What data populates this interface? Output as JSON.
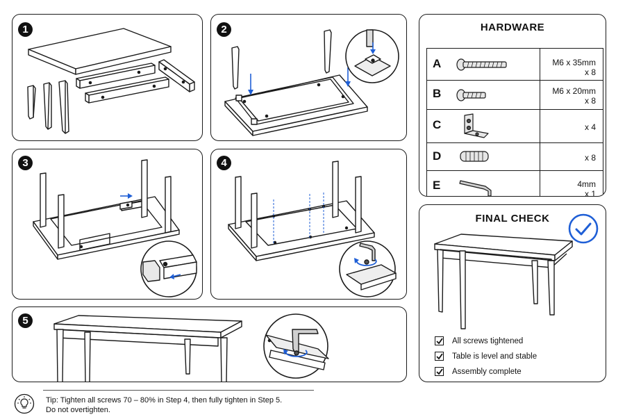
{
  "steps": [
    {
      "number": "1"
    },
    {
      "number": "2"
    },
    {
      "number": "3"
    },
    {
      "number": "4"
    },
    {
      "number": "5"
    }
  ],
  "hardware": {
    "title": "HARDWARE",
    "items": [
      {
        "letter": "A",
        "spec": "M6 x 35mm",
        "qty": "x 8",
        "icon": "long-bolt-icon"
      },
      {
        "letter": "B",
        "spec": "M6 x 20mm",
        "qty": "x 8",
        "icon": "short-bolt-icon"
      },
      {
        "letter": "C",
        "spec": "",
        "qty": "x 4",
        "icon": "corner-bracket-icon"
      },
      {
        "letter": "D",
        "spec": "",
        "qty": "x 8",
        "icon": "wooden-dowel-icon"
      },
      {
        "letter": "E",
        "spec": "4mm",
        "qty": "x 1",
        "icon": "allen-key-icon"
      }
    ]
  },
  "final_check": {
    "title": "FINAL CHECK",
    "items": [
      {
        "label": "All screws tightened"
      },
      {
        "label": "Table is level and stable"
      },
      {
        "label": "Assembly complete"
      }
    ]
  },
  "tip": {
    "line1": "Tip: Tighten  all screws  70 – 80%  in Step 4, then fully tighten in Step 5.",
    "line2": "Do not overtighten."
  },
  "colors": {
    "accent": "#1f5fd6",
    "ink": "#1a1a1a"
  }
}
